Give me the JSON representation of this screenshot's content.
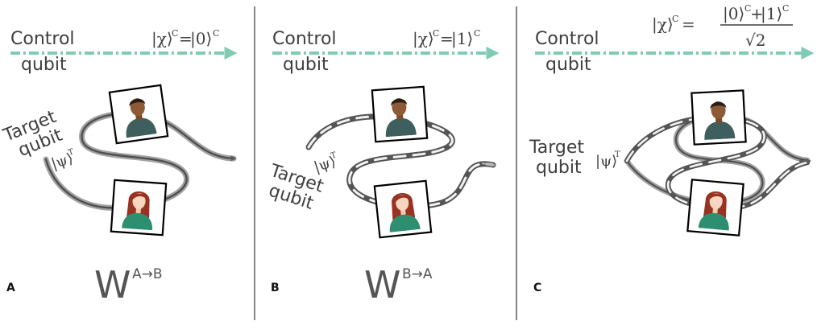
{
  "colors": {
    "control_line": "#7fcbb3",
    "path_dark": "#595959",
    "path_light": "#a8a8a8",
    "divider": "#333333",
    "text": "#3f3f3f"
  },
  "icons": [
    "man-portrait-icon",
    "woman-portrait-icon"
  ],
  "panels": [
    {
      "letter": "A",
      "control_label": "Control",
      "qubit_label": "qubit",
      "state": {
        "lhs": "|χ⟩",
        "lhs_sup": "C",
        "eq": "=",
        "rhs": "|0⟩",
        "rhs_sup": "C"
      },
      "target_label_1": "Target",
      "target_label_2": "qubit",
      "psi": "|ψ⟩",
      "psi_sup": "T",
      "operator": {
        "base": "W",
        "sup": "A→B"
      }
    },
    {
      "letter": "B",
      "control_label": "Control",
      "qubit_label": "qubit",
      "state": {
        "lhs": "|χ⟩",
        "lhs_sup": "C",
        "eq": "=",
        "rhs": "|1⟩",
        "rhs_sup": "C"
      },
      "target_label_1": "Target",
      "target_label_2": "qubit",
      "psi": "|ψ⟩",
      "psi_sup": "T",
      "operator": {
        "base": "W",
        "sup": "B→A"
      }
    },
    {
      "letter": "C",
      "control_label": "Control",
      "qubit_label": "qubit",
      "state": {
        "lhs": "|χ⟩",
        "lhs_sup": "C",
        "eq": "=",
        "num_a": "|0⟩",
        "num_a_sup": "C",
        "plus": "+",
        "num_b": "|1⟩",
        "num_b_sup": "C",
        "den": "√2"
      },
      "target_label_1": "Target",
      "target_label_2": "qubit",
      "psi": "|ψ⟩",
      "psi_sup": "T"
    }
  ]
}
